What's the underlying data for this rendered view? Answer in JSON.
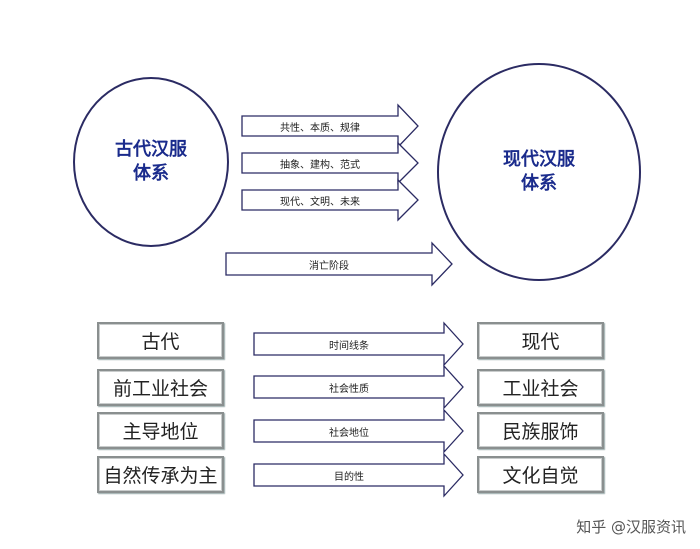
{
  "top": {
    "ancient_circle": {
      "line1": "古代汉服",
      "line2": "体系"
    },
    "modern_circle": {
      "line1": "现代汉服",
      "line2": "体系"
    },
    "arrows": [
      "共性、本质、规律",
      "抽象、建构、范式",
      "现代、文明、未来"
    ],
    "extinction_arrow": "消亡阶段"
  },
  "bottom": {
    "rows": [
      {
        "left": "古代",
        "arrow": "时间线条",
        "right": "现代"
      },
      {
        "left": "前工业社会",
        "arrow": "社会性质",
        "right": "工业社会"
      },
      {
        "left": "主导地位",
        "arrow": "社会地位",
        "right": "民族服饰"
      },
      {
        "left": "自然传承为主",
        "arrow": "目的性",
        "right": "文化自觉"
      }
    ]
  },
  "watermark": "知乎 @汉服资讯"
}
